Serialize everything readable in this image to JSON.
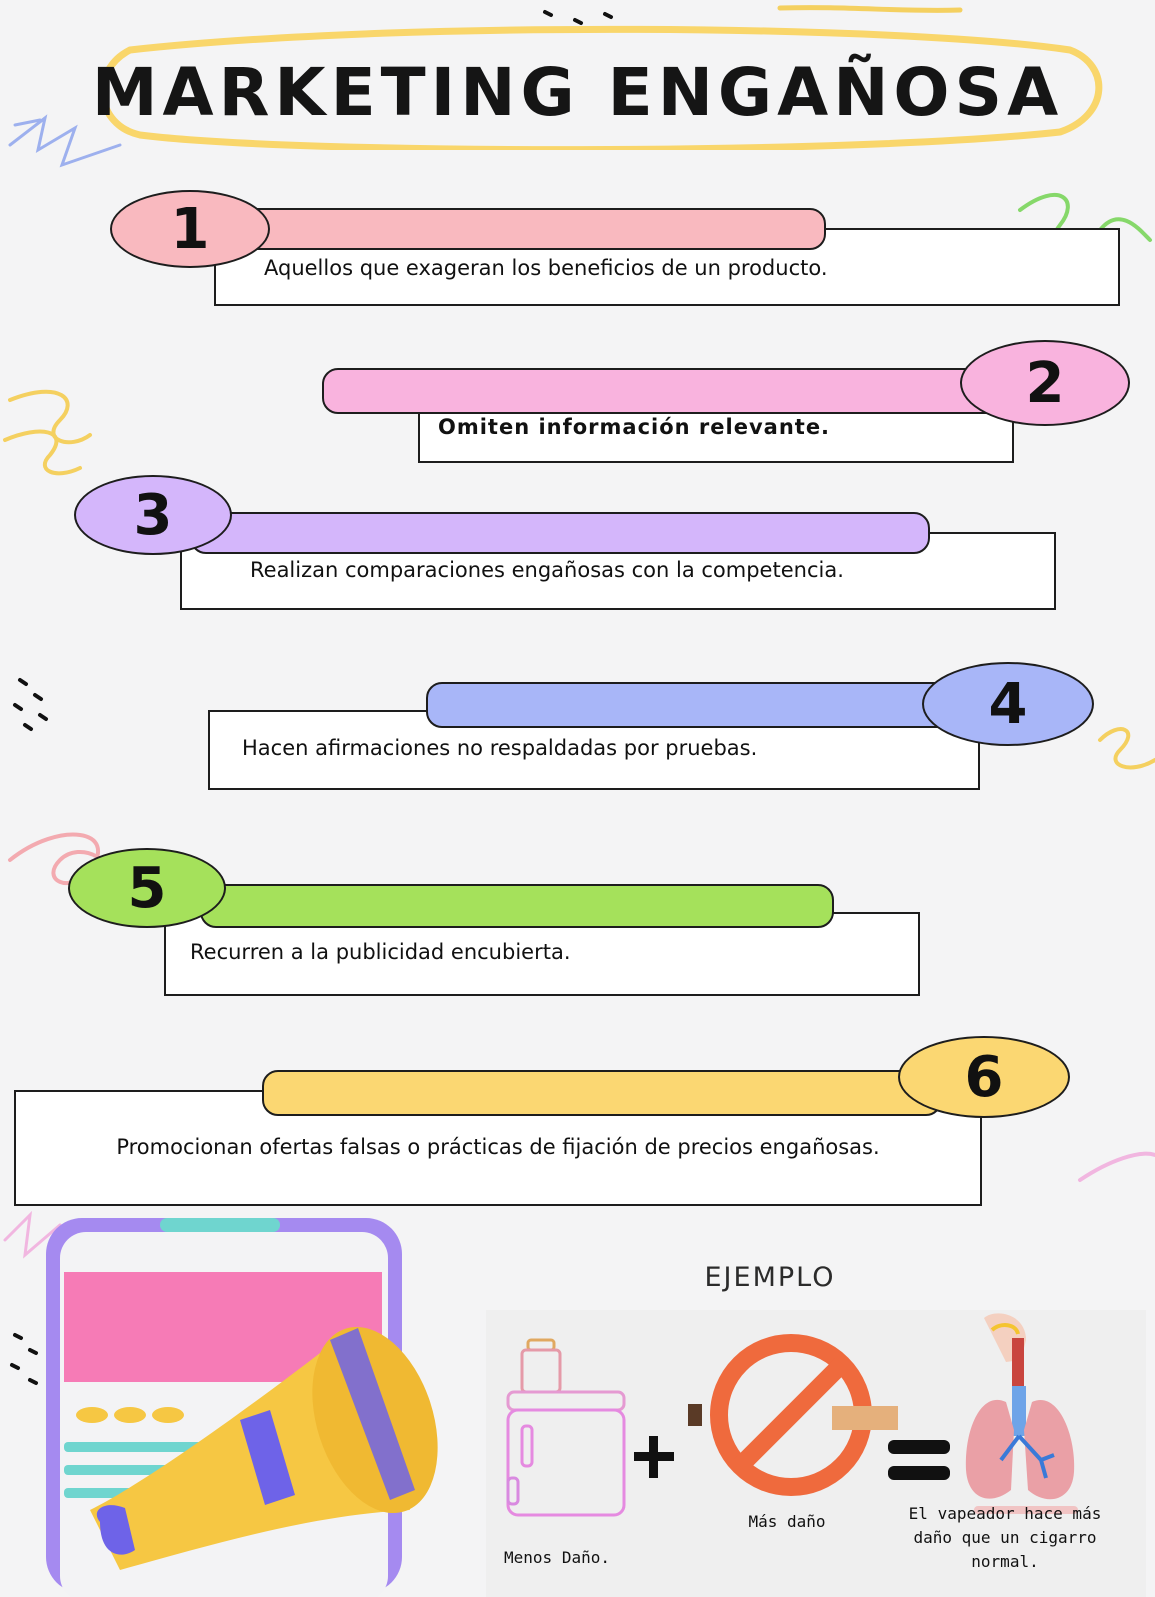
{
  "title": "MARKETING ENGAÑOSA",
  "items": [
    {
      "number": "1",
      "text": "Aquellos que exageran los beneficios de un producto.",
      "color": "#f9b9bf"
    },
    {
      "number": "2",
      "text": "Omiten información relevante.",
      "color": "#f9b3de"
    },
    {
      "number": "3",
      "text": "Realizan comparaciones engañosas con la competencia.",
      "color": "#d4b6fb"
    },
    {
      "number": "4",
      "text": "Hacen afirmaciones no respaldadas por pruebas.",
      "color": "#a8b6f8"
    },
    {
      "number": "5",
      "text": "Recurren a la publicidad encubierta.",
      "color": "#a5e15b"
    },
    {
      "number": "6",
      "text": "Promocionan ofertas falsas o prácticas de fijación de precios engañosas.",
      "color": "#fbd772"
    }
  ],
  "example": {
    "heading": "EJEMPLO",
    "caption_vape": "Menos Daño.",
    "caption_cigarette": "Más daño",
    "caption_result": "El vapeador hace más daño que un cigarro normal."
  },
  "colors": {
    "title_highlight": "#f9d66b",
    "phone_frame": "#a58af0",
    "phone_screen": "#f67bb6",
    "megaphone": "#f6c743",
    "megaphone_band": "#6e63e8",
    "no_sign": "#ef6a3d",
    "lungs": "#eaa0a6"
  }
}
